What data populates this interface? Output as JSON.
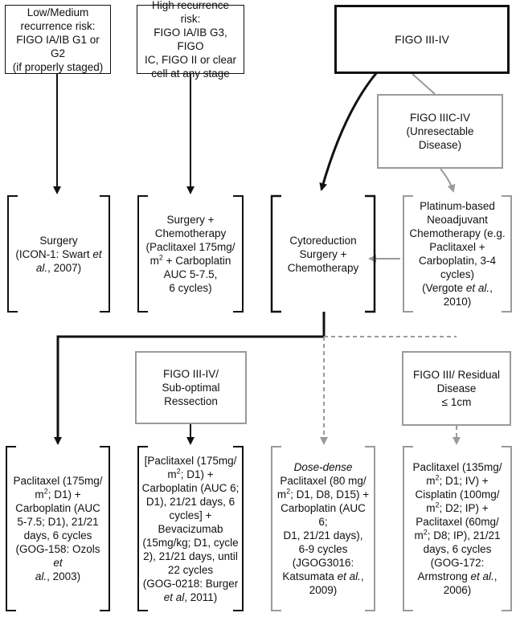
{
  "colors": {
    "black": "#111111",
    "gray": "#9a9a9a"
  },
  "top_boxes": {
    "low_risk": [
      "Low/Medium",
      "recurrence risk:",
      "FIGO IA/IB G1 or G2",
      "(if properly staged)"
    ],
    "high_risk": [
      "High recurrence risk:",
      "FIGO IA/IB G3, FIGO",
      "IC, FIGO II or clear",
      "cell at any stage"
    ],
    "figo_iii_iv": "FIGO III-IV",
    "figo_iiic_iv": [
      "FIGO IIIC-IV",
      "(Unresectable",
      "Disease)"
    ]
  },
  "middle_brackets": {
    "surgery": [
      "Surgery",
      "(ICON-1: Swart ",
      "et",
      "al.",
      ", 2007)"
    ],
    "surgery_chemo": [
      "Surgery +",
      "Chemotherapy",
      "(Paclitaxel 175mg/",
      "m",
      "2",
      " + Carboplatin",
      "AUC 5-7.5,",
      "6 cycles)"
    ],
    "cytoreduction": [
      "Cytoreduction",
      "Surgery +",
      "Chemotherapy"
    ],
    "neoadjuvant": [
      "Platinum-based",
      "Neoadjuvant",
      "Chemotherapy (e.g.",
      "Paclitaxel +",
      "Carboplatin, 3-4",
      "cycles)",
      "(Vergote ",
      "et al.",
      ",",
      "2010)"
    ]
  },
  "lower_boxes": {
    "suboptimal": [
      "FIGO III-IV/",
      "Sub-optimal",
      "Ressection"
    ],
    "residual": [
      "FIGO III/ Residual",
      "Disease",
      "≤ 1cm"
    ]
  },
  "bottom_brackets": {
    "gog158": [
      "Paclitaxel (175mg/",
      "m",
      "2",
      "; D1) +",
      "Carboplatin (AUC",
      "5-7.5; D1), 21/21",
      "days, 6 cycles",
      "(GOG-158: Ozols ",
      "et",
      "al.",
      ", 2003)"
    ],
    "gog0218": [
      "[Paclitaxel (175mg/",
      "m",
      "2",
      "; D1) +",
      "Carboplatin (AUC 6;",
      "D1), 21/21 days, 6",
      "cycles] +",
      "Bevacizumab",
      "(15mg/kg; D1, cycle",
      "2), 21/21 days, until",
      "22 cycles",
      "(GOG-0218: Burger",
      "et al",
      ", 2011)"
    ],
    "jgog3016": [
      "Dose-dense",
      "Paclitaxel (80 mg/",
      "m",
      "2",
      "; D1, D8, D15) +",
      "Carboplatin (AUC 6;",
      "D1, 21/21 days),",
      "6-9 cycles",
      "(JGOG3016:",
      "Katsumata ",
      "et al.",
      ",",
      "2009)"
    ],
    "gog172": [
      "Paclitaxel (135mg/",
      "m",
      "2",
      "; D1; IV) +",
      "Cisplatin (100mg/",
      "m",
      "2",
      "; D2; IP) +",
      "Paclitaxel (60mg/",
      "m",
      "2",
      "; D8; IP), 21/21",
      "days, 6 cycles",
      "(GOG-172:",
      "Armstrong ",
      "et al.",
      ",",
      "2006)"
    ]
  }
}
